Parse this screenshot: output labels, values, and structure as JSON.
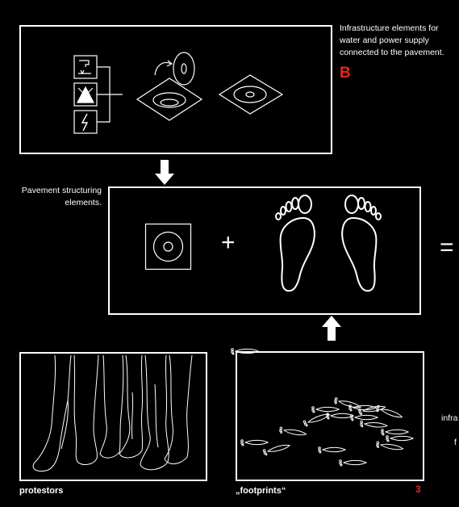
{
  "captions": {
    "infrastructure": "Infrastructure elements for water and  power supply connected to the pavement.",
    "infra_letter": "B",
    "pavement": "Pavement structuring elements.",
    "equals": "=",
    "plus": "+",
    "protestors": "protestors",
    "footprints": "„footprints“",
    "page_number": "3",
    "cut_off_1": "infra",
    "cut_off_2": "f"
  },
  "colors": {
    "background": "#000000",
    "foreground": "#ffffff",
    "accent": "#e8261c"
  }
}
